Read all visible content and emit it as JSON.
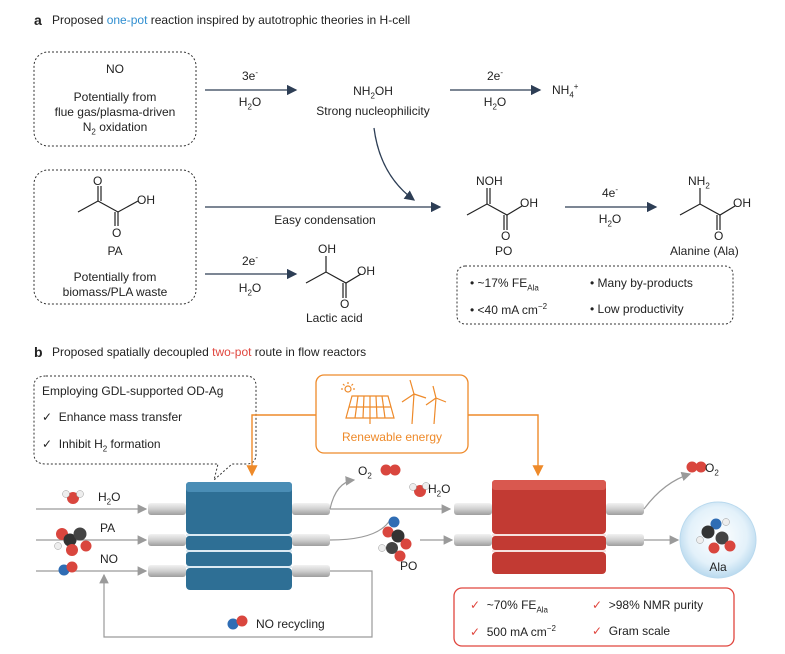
{
  "panel_a": {
    "letter": "a",
    "title_pre": "Proposed ",
    "title_hl": "one-pot",
    "title_post": " reaction inspired by autotrophic theories in H-cell",
    "no_box": {
      "line1": "NO",
      "line2": "Potentially from",
      "line3": "flue gas/plasma-driven",
      "line4": "N",
      "line4_sub": "2",
      "line4_post": " oxidation"
    },
    "arrow1": {
      "top": "3e",
      "top_sup": "-",
      "bottom": "H",
      "bottom_sub": "2",
      "bottom_post": "O"
    },
    "nh2oh": {
      "name": "NH",
      "name_sub": "2",
      "name_post": "OH",
      "desc": "Strong nucleophilicity"
    },
    "arrow2": {
      "top": "2e",
      "top_sup": "-",
      "bottom": "H",
      "bottom_sub": "2",
      "bottom_post": "O"
    },
    "nh4": {
      "text": "NH",
      "sub": "4",
      "sup": "+"
    },
    "pa_box": {
      "o_label": "O",
      "oh_label": "OH",
      "o2_label": "O",
      "name": "PA",
      "line1": "Potentially from",
      "line2": "biomass/PLA waste"
    },
    "condensation": "Easy condensation",
    "po": {
      "noh": "NOH",
      "oh": "OH",
      "o": "O",
      "name": "PO"
    },
    "arrow3": {
      "top": "4e",
      "top_sup": "-",
      "bottom": "H",
      "bottom_sub": "2",
      "bottom_post": "O"
    },
    "alanine": {
      "nh2": "NH",
      "nh2_sub": "2",
      "oh": "OH",
      "o": "O",
      "name": "Alanine (Ala)"
    },
    "arrow4": {
      "top": "2e",
      "top_sup": "-",
      "bottom": "H",
      "bottom_sub": "2",
      "bottom_post": "O"
    },
    "lactic": {
      "oh_top": "OH",
      "oh": "OH",
      "o": "O",
      "name": "Lactic acid"
    },
    "drawbacks": [
      {
        "text": "~17% FE",
        "sub": "Ala"
      },
      {
        "text": "Many by-products"
      },
      {
        "text": "<40 mA cm",
        "sup": "−2"
      },
      {
        "text": "Low productivity"
      }
    ]
  },
  "panel_b": {
    "letter": "b",
    "title_pre": "Proposed spatially decoupled ",
    "title_hl": "two-pot",
    "title_post": " route in flow reactors",
    "callout": {
      "title": "Employing GDL-supported OD-Ag",
      "item1": "Enhance mass transfer",
      "item2_pre": "Inhibit H",
      "item2_sub": "2",
      "item2_post": " formation"
    },
    "check": "✓",
    "renewable": "Renewable energy",
    "inputs": [
      {
        "label": "H",
        "sub": "2",
        "post": "O"
      },
      {
        "label": "PA"
      },
      {
        "label": "NO"
      }
    ],
    "o2_out": {
      "label": "O",
      "sub": "2"
    },
    "h2o_mid": {
      "label": "H",
      "sub": "2",
      "post": "O"
    },
    "po_label": "PO",
    "o2_out2": {
      "label": "O",
      "sub": "2"
    },
    "ala_label": "Ala",
    "no_recycling": "NO recycling",
    "benefits": [
      {
        "text": "~70% FE",
        "sub": "Ala"
      },
      {
        "text": ">98% NMR purity"
      },
      {
        "text": "500 mA cm",
        "sup": "−2"
      },
      {
        "text": "Gram scale"
      }
    ]
  },
  "colors": {
    "orange": "#ee8a2a",
    "blue_reactor": "#2e6f95",
    "red_reactor": "#c23a33",
    "red_text": "#e0463e",
    "blue_text": "#2f8ed0"
  }
}
